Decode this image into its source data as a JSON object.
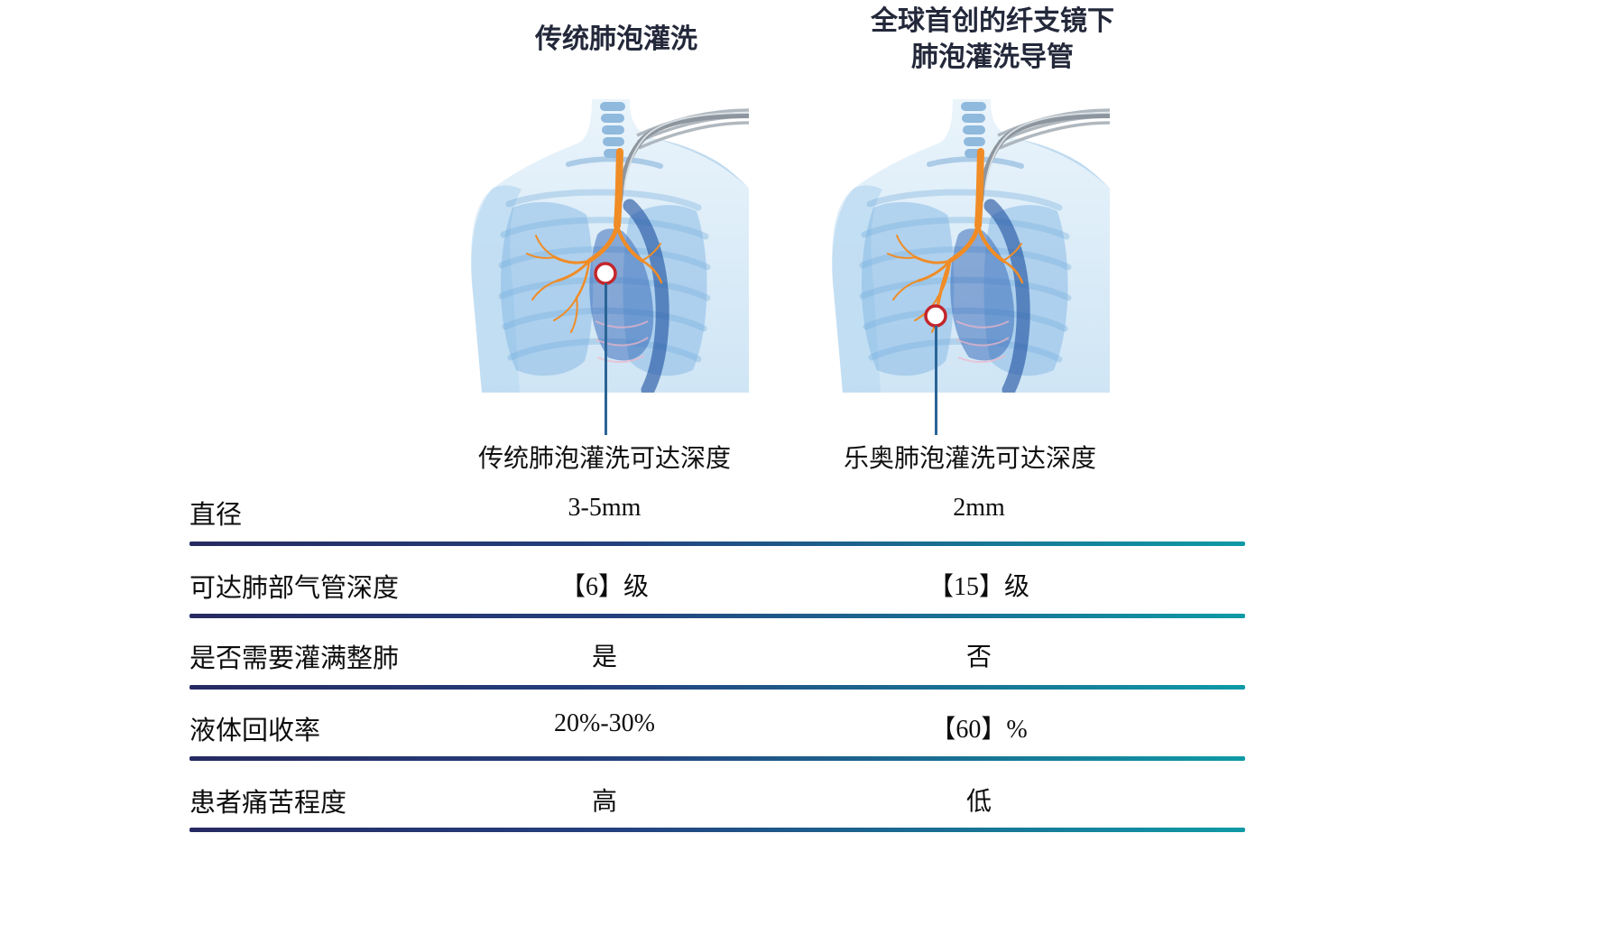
{
  "headers": {
    "left": "传统肺泡灌洗",
    "right_line1": "全球首创的纤支镜下",
    "right_line2": "肺泡灌洗导管"
  },
  "figures": {
    "left_caption": "传统肺泡灌洗可达深度",
    "right_caption": "乐奥肺泡灌洗可达深度"
  },
  "table": {
    "rows": [
      {
        "label": "直径",
        "left": "3-5mm",
        "right": "2mm"
      },
      {
        "label": "可达肺部气管深度",
        "left": "【6】级",
        "right": "【15】级"
      },
      {
        "label": "是否需要灌满整肺",
        "left": "是",
        "right": "否"
      },
      {
        "label": "液体回收率",
        "left": "20%-30%",
        "right": "【60】%"
      },
      {
        "label": "患者痛苦程度",
        "left": "高",
        "right": "低"
      }
    ]
  },
  "colors": {
    "divider_start": "#262a62",
    "divider_end": "#0f9aa6",
    "marker_ring": "#c2262c",
    "pointer_line": "#2a6496"
  }
}
